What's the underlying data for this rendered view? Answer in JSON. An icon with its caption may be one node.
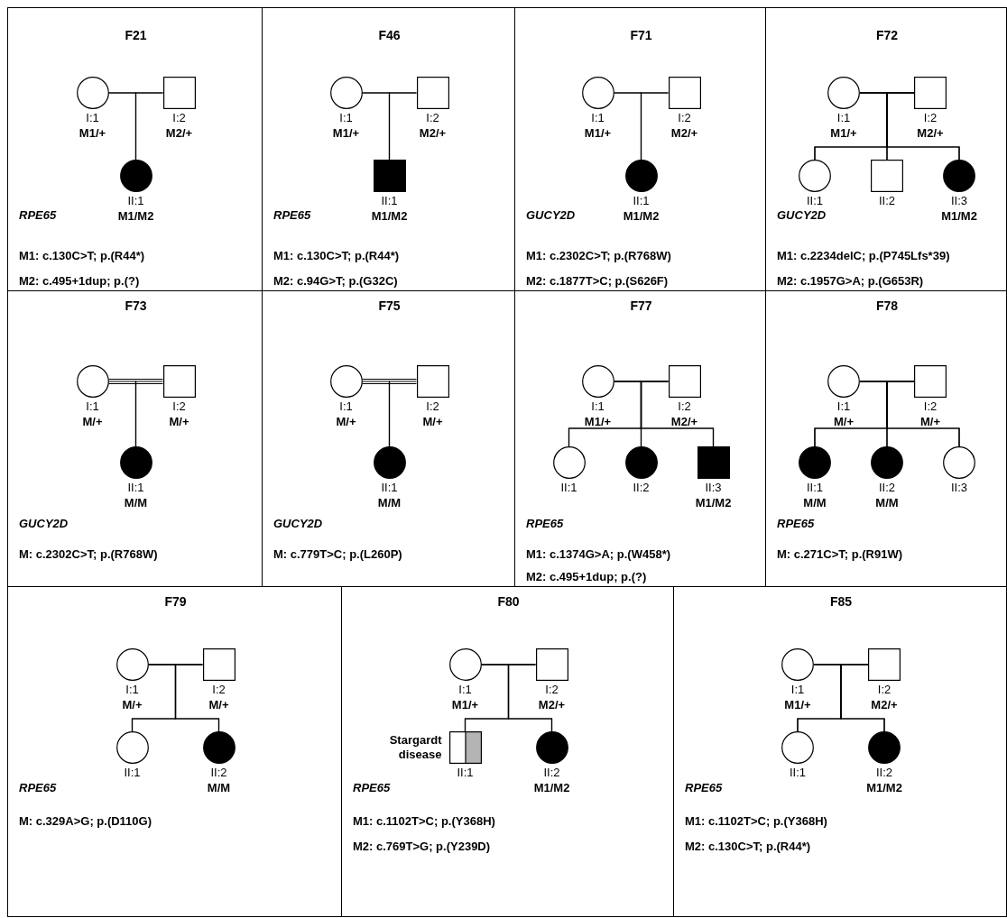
{
  "diagram": {
    "nodes": [
      {
        "text": [
          "F21",
          "RPE65",
          "M1: c.130C>T; p.(R44*)",
          "M2: c.495+1dup; p.(?)"
        ]
      },
      {
        "text": [
          "I:1",
          "M1/+"
        ],
        "in": 0
      },
      {
        "text": [
          "I:2",
          "M2/+"
        ],
        "in": 0
      },
      {
        "text": [
          "II:1",
          "M1/M2"
        ],
        "in": 0
      },
      {
        "text": [
          "F46",
          "RPE65",
          "M1: c.130C>T; p.(R44*)",
          "M2: c.94G>T; p.(G32C)"
        ]
      },
      {
        "text": [
          "I:1",
          "M1/+"
        ],
        "in": 4
      },
      {
        "text": [
          "I:2",
          "M2/+"
        ],
        "in": 4
      },
      {
        "text": [
          "II:1",
          "M1/M2"
        ],
        "in": 4
      },
      {
        "text": [
          "F71",
          "GUCY2D",
          "M1: c.2302C>T; p.(R768W)",
          "M2: c.1877T>C; p.(S626F)"
        ]
      },
      {
        "text": [
          "I:1",
          "M1/+"
        ],
        "in": 8
      },
      {
        "text": [
          "I:2",
          "M2/+"
        ],
        "in": 8
      },
      {
        "text": [
          "II:1",
          "M1/M2"
        ],
        "in": 8
      },
      {
        "text": [
          "F72",
          "GUCY2D",
          "M1: c.2234delC; p.(P745Lfs*39)",
          "M2: c.1957G>A; p.(G653R)"
        ]
      },
      {
        "text": [
          "I:1",
          "M1/+"
        ],
        "in": 12
      },
      {
        "text": [
          "I:2",
          "M2/+"
        ],
        "in": 12
      },
      {
        "text": [
          "II:1"
        ],
        "in": 12
      },
      {
        "text": [
          "II:2"
        ],
        "in": 12
      },
      {
        "text": [
          "II:3",
          "M1/M2"
        ],
        "in": 12
      },
      {
        "text": [
          "F73",
          "GUCY2D",
          "M: c.2302C>T; p.(R768W)"
        ]
      },
      {
        "text": [
          "I:1",
          "M/+"
        ],
        "in": 18
      },
      {
        "text": [
          "I:2",
          "M/+"
        ],
        "in": 18
      },
      {
        "text": [
          "II:1",
          "M/M"
        ],
        "in": 18
      },
      {
        "text": [
          "F75",
          "GUCY2D",
          "M: c.779T>C; p.(L260P)"
        ]
      },
      {
        "text": [
          "I:1",
          "M/+"
        ],
        "in": 22
      },
      {
        "text": [
          "I:2",
          "M/+"
        ],
        "in": 22
      },
      {
        "text": [
          "II:1",
          "M/M"
        ],
        "in": 22
      },
      {
        "text": [
          "F77",
          "RPE65",
          "M1: c.1374G>A; p.(W458*)",
          "M2: c.495+1dup; p.(?)"
        ]
      },
      {
        "text": [
          "I:1",
          "M1/+"
        ],
        "in": 26
      },
      {
        "text": [
          "I:2",
          "M2/+"
        ],
        "in": 26
      },
      {
        "text": [
          "II:1"
        ],
        "in": 26
      },
      {
        "text": [
          "II:2"
        ],
        "in": 26
      },
      {
        "text": [
          "II:3",
          "M1/M2"
        ],
        "in": 26
      },
      {
        "text": [
          "F78",
          "RPE65",
          "M: c.271C>T; p.(R91W)"
        ]
      },
      {
        "text": [
          "I:1",
          "M/+"
        ],
        "in": 32
      },
      {
        "text": [
          "I:2",
          "M/+"
        ],
        "in": 32
      },
      {
        "text": [
          "II:1",
          "M/M"
        ],
        "in": 32
      },
      {
        "text": [
          "II:2",
          "M/M"
        ],
        "in": 32
      },
      {
        "text": [
          "II:3"
        ],
        "in": 32
      },
      {
        "text": [
          "F79",
          "RPE65",
          "M: c.329A>G; p.(D110G)"
        ]
      },
      {
        "text": [
          "I:1",
          "M/+"
        ],
        "in": 38
      },
      {
        "text": [
          "I:2",
          "M/+"
        ],
        "in": 38
      },
      {
        "text": [
          "II:1"
        ],
        "in": 38
      },
      {
        "text": [
          "II:2",
          "M/M"
        ],
        "in": 38
      },
      {
        "text": [
          "F80",
          "RPE65",
          "M1: c.1102T>C; p.(Y368H)",
          "M2: c.769T>G; p.(Y239D)"
        ]
      },
      {
        "text": [
          "I:1",
          "M1/+"
        ],
        "in": 43
      },
      {
        "text": [
          "I:2",
          "M2/+"
        ],
        "in": 43
      },
      {
        "text": [
          "II:1"
        ],
        "in": 43
      },
      {
        "text": [
          "II:2",
          "M1/M2"
        ],
        "in": 43
      },
      {
        "text": [
          "F85",
          "RPE65",
          "M1: c.1102T>C; p.(Y368H)",
          "M2: c.130C>T; p.(R44*)"
        ]
      },
      {
        "text": [
          "I:1",
          "M1/+"
        ],
        "in": 48
      },
      {
        "text": [
          "I:2",
          "M2/+"
        ],
        "in": 48
      },
      {
        "text": [
          "II:1"
        ],
        "in": 48
      },
      {
        "text": [
          "II:2",
          "M1/M2"
        ],
        "in": 48
      }
    ],
    "edges": [
      {
        "from": 1,
        "to": 2,
        "arrow": "none"
      },
      {
        "from": 1,
        "to": 3,
        "arrow": "none"
      },
      {
        "from": 2,
        "to": 3,
        "arrow": "none"
      },
      {
        "from": 5,
        "to": 6,
        "arrow": "none"
      },
      {
        "from": 5,
        "to": 7,
        "arrow": "none"
      },
      {
        "from": 6,
        "to": 7,
        "arrow": "none"
      },
      {
        "from": 9,
        "to": 10,
        "arrow": "none"
      },
      {
        "from": 9,
        "to": 11,
        "arrow": "none"
      },
      {
        "from": 10,
        "to": 11,
        "arrow": "none"
      },
      {
        "from": 13,
        "to": 14,
        "arrow": "none"
      },
      {
        "from": 13,
        "to": 15,
        "arrow": "none"
      },
      {
        "from": 14,
        "to": 15,
        "arrow": "none"
      },
      {
        "from": 13,
        "to": 16,
        "arrow": "none"
      },
      {
        "from": 14,
        "to": 16,
        "arrow": "none"
      },
      {
        "from": 13,
        "to": 17,
        "arrow": "none"
      },
      {
        "from": 14,
        "to": 17,
        "arrow": "none"
      },
      {
        "from": 19,
        "to": 20,
        "arrow": "none"
      },
      {
        "from": 19,
        "to": 21,
        "arrow": "none"
      },
      {
        "from": 20,
        "to": 21,
        "arrow": "none"
      },
      {
        "from": 23,
        "to": 24,
        "arrow": "none"
      },
      {
        "from": 23,
        "to": 25,
        "arrow": "none"
      },
      {
        "from": 24,
        "to": 25,
        "arrow": "none"
      },
      {
        "from": 27,
        "to": 28,
        "arrow": "none"
      },
      {
        "from": 27,
        "to": 29,
        "arrow": "none"
      },
      {
        "from": 28,
        "to": 29,
        "arrow": "none"
      },
      {
        "from": 27,
        "to": 30,
        "arrow": "none"
      },
      {
        "from": 28,
        "to": 30,
        "arrow": "none"
      },
      {
        "from": 27,
        "to": 31,
        "arrow": "none"
      },
      {
        "from": 28,
        "to": 31,
        "arrow": "none"
      },
      {
        "from": 33,
        "to": 34,
        "arrow": "none"
      },
      {
        "from": 33,
        "to": 35,
        "arrow": "none"
      },
      {
        "from": 34,
        "to": 35,
        "arrow": "none"
      },
      {
        "from": 33,
        "to": 36,
        "arrow": "none"
      },
      {
        "from": 34,
        "to": 36,
        "arrow": "none"
      },
      {
        "from": 33,
        "to": 37,
        "arrow": "none"
      },
      {
        "from": 34,
        "to": 37,
        "arrow": "none"
      },
      {
        "from": 39,
        "to": 40,
        "arrow": "none"
      },
      {
        "from": 39,
        "to": 41,
        "arrow": "none"
      },
      {
        "from": 40,
        "to": 41,
        "arrow": "none"
      },
      {
        "from": 39,
        "to": 42,
        "arrow": "none"
      },
      {
        "from": 40,
        "to": 42,
        "arrow": "none"
      },
      {
        "from": 44,
        "to": 45,
        "arrow": "none"
      },
      {
        "from": 44,
        "to": 46,
        "arrow": "none"
      },
      {
        "from": 45,
        "to": 46,
        "arrow": "none"
      },
      {
        "from": 44,
        "to": 47,
        "arrow": "none"
      },
      {
        "from": 45,
        "to": 47,
        "arrow": "none"
      },
      {
        "from": 49,
        "to": 50,
        "arrow": "none"
      },
      {
        "from": 49,
        "to": 51,
        "arrow": "none"
      },
      {
        "from": 50,
        "to": 51,
        "arrow": "none"
      },
      {
        "from": 49,
        "to": 52,
        "arrow": "none"
      },
      {
        "from": 50,
        "to": 52,
        "arrow": "none"
      }
    ],
    "labels": [
      "Stargardt disease"
    ]
  }
}
